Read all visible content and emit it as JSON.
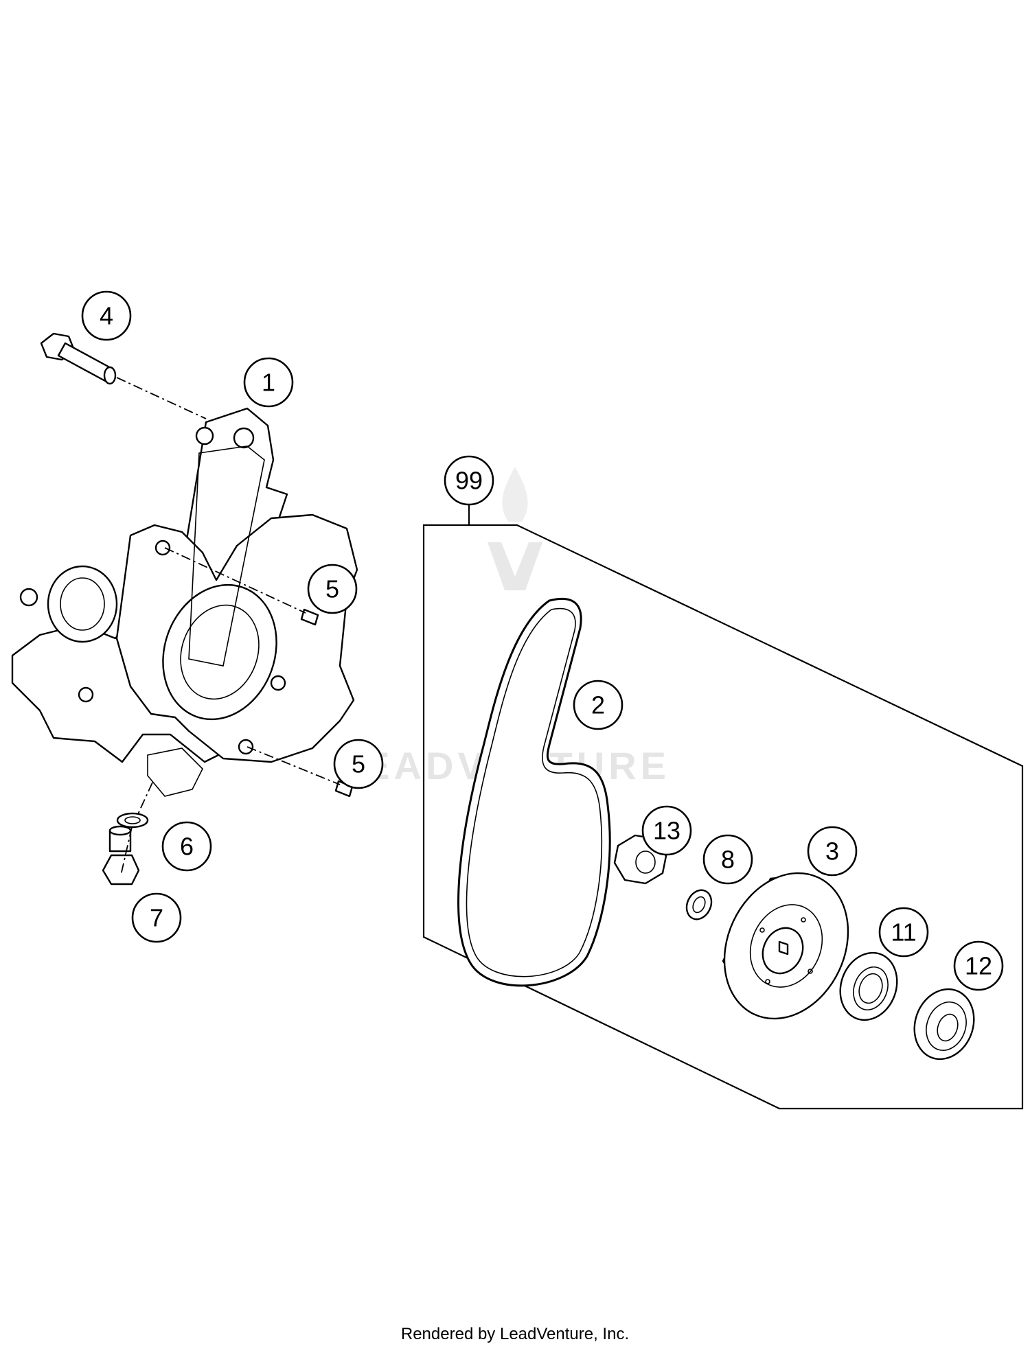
{
  "diagram": {
    "watermark": "LEADVENTURE",
    "kit_callout": "99",
    "callouts": [
      {
        "id": "1",
        "label": "1"
      },
      {
        "id": "2",
        "label": "2"
      },
      {
        "id": "3",
        "label": "3"
      },
      {
        "id": "4",
        "label": "4"
      },
      {
        "id": "5a",
        "label": "5"
      },
      {
        "id": "5b",
        "label": "5"
      },
      {
        "id": "6",
        "label": "6"
      },
      {
        "id": "7",
        "label": "7"
      },
      {
        "id": "8",
        "label": "8"
      },
      {
        "id": "11",
        "label": "11"
      },
      {
        "id": "12",
        "label": "12"
      },
      {
        "id": "13",
        "label": "13"
      }
    ]
  },
  "footer": {
    "text": "Rendered by LeadVenture, Inc."
  }
}
